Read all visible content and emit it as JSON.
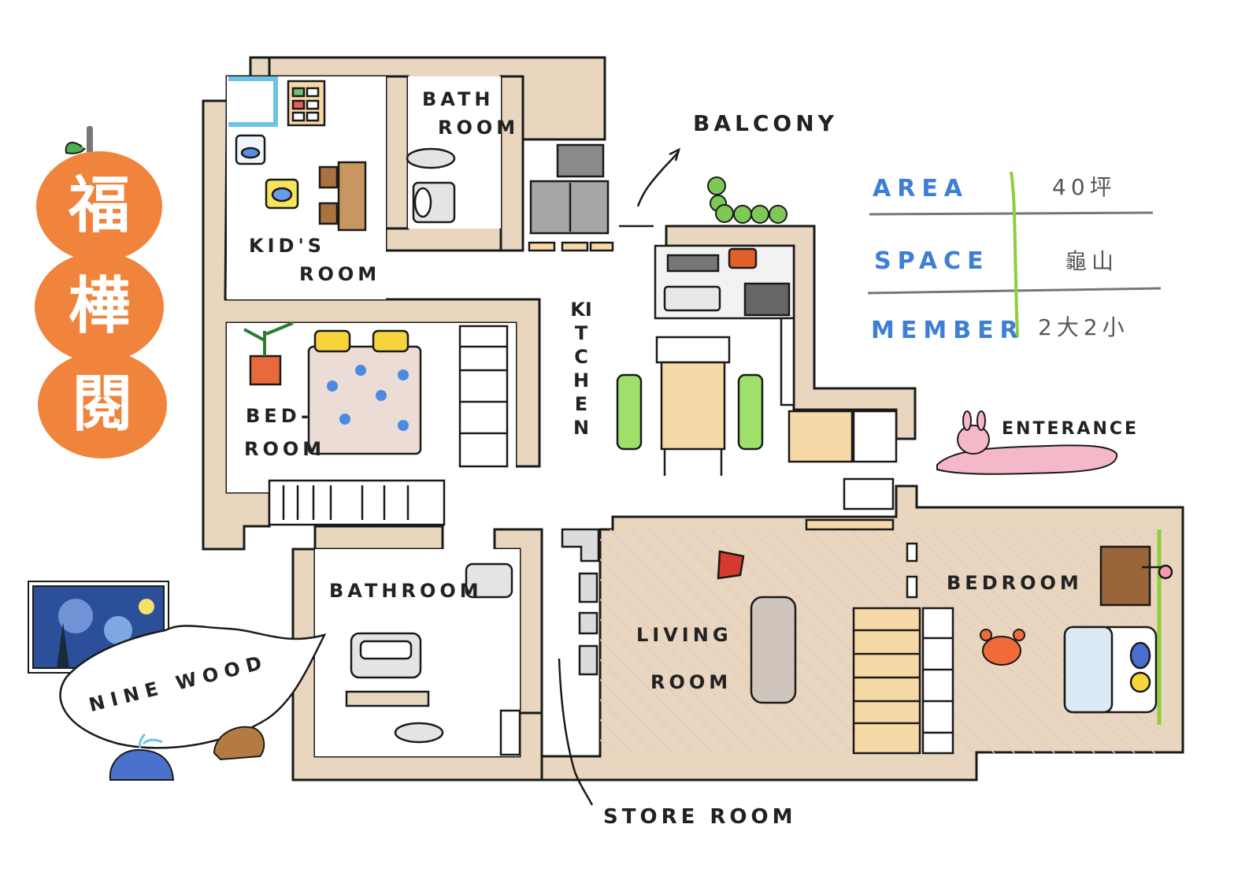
{
  "title": [
    "福",
    "樺",
    "閱"
  ],
  "rooms": {
    "kids_room": [
      "KID'S",
      "ROOM"
    ],
    "bath_room_top": [
      "BATH",
      "ROOM"
    ],
    "bedroom_left": [
      "BED-",
      "ROOM"
    ],
    "kitchen": "KITCHEN",
    "bathroom": "BATHROOM",
    "living_room": [
      "LIVING",
      "ROOM"
    ],
    "bedroom_right": "BEDROOM"
  },
  "labels": {
    "balcony": "BALCONY",
    "entrance": "ENTERANCE",
    "store_room": "STORE ROOM",
    "nine_wood": "NINE WOOD"
  },
  "info": [
    {
      "key": "AREA",
      "value": "40坪"
    },
    {
      "key": "SPACE",
      "value": "龜山"
    },
    {
      "key": "MEMBER",
      "value": "2大2小"
    }
  ],
  "colors": {
    "wall": "#e8d6bf",
    "outline": "#1a1a1a",
    "orange": "#f0843c",
    "info_blue": "#3d7ed6",
    "divider_green": "#8fce3c",
    "floor_stripe": "#e9c6c6",
    "pink_rug": "#f4b8c8",
    "wood": "#f6d9a7"
  }
}
